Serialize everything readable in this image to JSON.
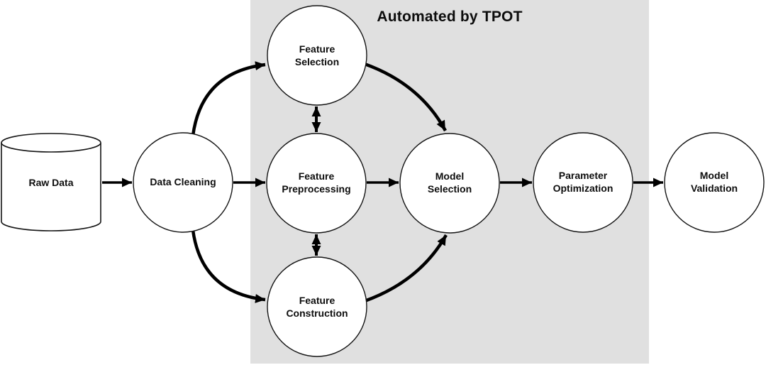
{
  "diagram": {
    "title": "Automated by TPOT",
    "colors": {
      "background": "#ffffff",
      "automated_region_bg": "#e0e0e0",
      "node_fill": "#ffffff",
      "node_stroke": "#000000",
      "arrow": "#000000",
      "text": "#0d0d0d"
    },
    "nodes": {
      "raw_data": {
        "label": "Raw Data",
        "shape": "cylinder",
        "automated": false
      },
      "data_cleaning": {
        "label": "Data Cleaning",
        "shape": "circle",
        "automated": false
      },
      "feature_selection": {
        "label": "Feature\nSelection",
        "shape": "circle",
        "automated": true
      },
      "feature_preprocessing": {
        "label": "Feature\nPreprocessing",
        "shape": "circle",
        "automated": true
      },
      "feature_construction": {
        "label": "Feature\nConstruction",
        "shape": "circle",
        "automated": true
      },
      "model_selection": {
        "label": "Model\nSelection",
        "shape": "circle",
        "automated": true
      },
      "parameter_optimization": {
        "label": "Parameter\nOptimization",
        "shape": "circle",
        "automated": true
      },
      "model_validation": {
        "label": "Model\nValidation",
        "shape": "circle",
        "automated": false
      }
    },
    "edges": [
      {
        "from": "raw_data",
        "to": "data_cleaning",
        "type": "arrow"
      },
      {
        "from": "data_cleaning",
        "to": "feature_selection",
        "type": "arrow"
      },
      {
        "from": "data_cleaning",
        "to": "feature_preprocessing",
        "type": "arrow"
      },
      {
        "from": "data_cleaning",
        "to": "feature_construction",
        "type": "arrow"
      },
      {
        "from": "feature_selection",
        "to": "feature_preprocessing",
        "type": "double-arrow"
      },
      {
        "from": "feature_preprocessing",
        "to": "feature_construction",
        "type": "double-arrow"
      },
      {
        "from": "feature_selection",
        "to": "model_selection",
        "type": "arrow"
      },
      {
        "from": "feature_preprocessing",
        "to": "model_selection",
        "type": "arrow"
      },
      {
        "from": "feature_construction",
        "to": "model_selection",
        "type": "arrow"
      },
      {
        "from": "model_selection",
        "to": "parameter_optimization",
        "type": "arrow"
      },
      {
        "from": "parameter_optimization",
        "to": "model_validation",
        "type": "arrow"
      }
    ]
  }
}
